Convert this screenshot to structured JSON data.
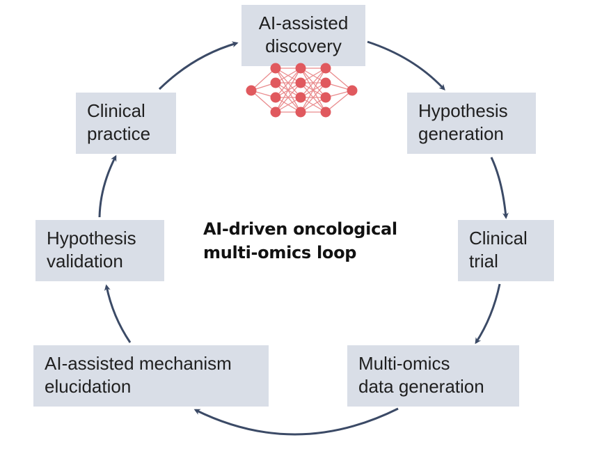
{
  "title": {
    "line1": "AI-driven oncological",
    "line2": "multi-omics loop"
  },
  "nodes": {
    "discovery": {
      "line1": "AI-assisted",
      "line2": "discovery"
    },
    "hypgen": {
      "line1": "Hypothesis",
      "line2": "generation"
    },
    "trial": {
      "line1": "Clinical",
      "line2": "trial"
    },
    "multiomics": {
      "line1": "Multi-omics",
      "line2": "data generation"
    },
    "mechanism": {
      "line1": "AI-assisted mechanism",
      "line2": "elucidation"
    },
    "validation": {
      "line1": "Hypothesis",
      "line2": "validation"
    },
    "practice": {
      "line1": "Clinical",
      "line2": "practice"
    }
  },
  "colors": {
    "box_fill": "#d9dee7",
    "arrow": "#3b4a66",
    "network_node": "#e0595e",
    "network_edge": "#e98a8c"
  },
  "icons": {
    "network": "neural-network-icon"
  }
}
